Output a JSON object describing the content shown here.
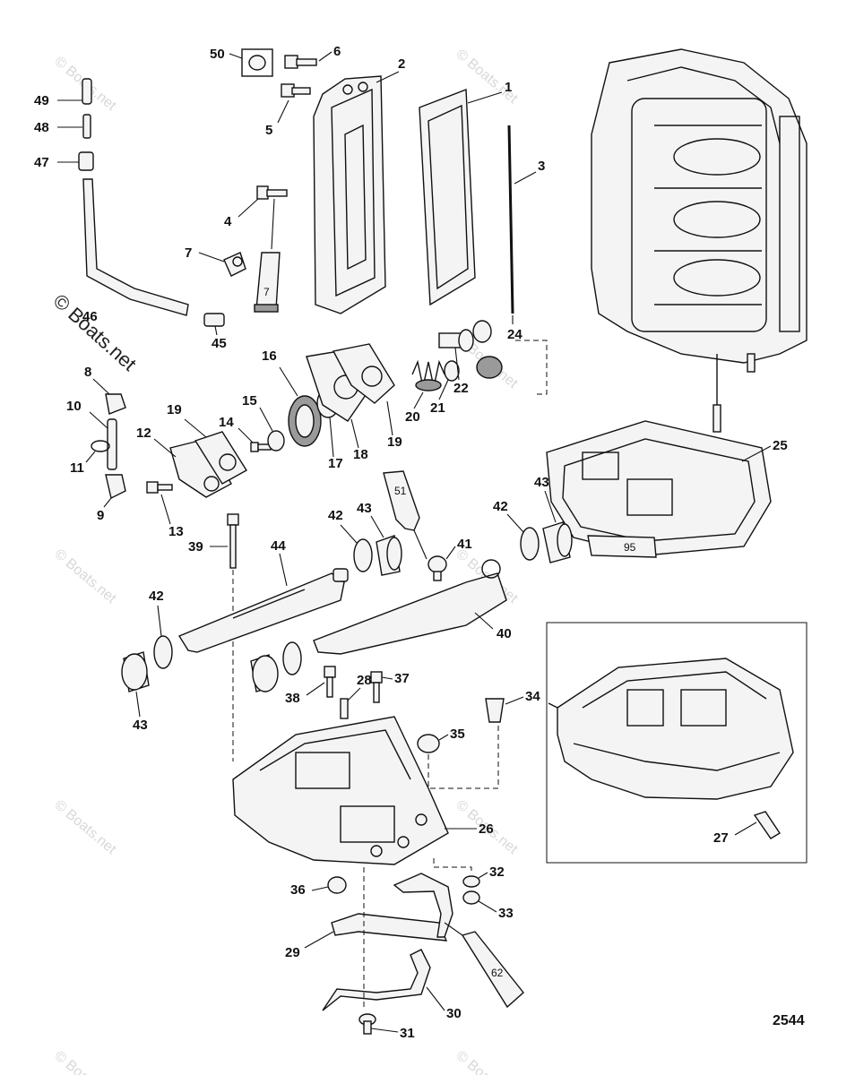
{
  "copyright": "© Boats.net",
  "watermark": "© Boats.net",
  "figure_number": "2544",
  "tube_labels": {
    "t7": "7",
    "t51": "51",
    "t95": "95",
    "t62": "62"
  },
  "labels": {
    "p1": "1",
    "p2": "2",
    "p3": "3",
    "p4": "4",
    "p5": "5",
    "p6": "6",
    "p7a": "7",
    "p8": "8",
    "p10": "10",
    "p11": "11",
    "p9": "9",
    "p12": "12",
    "p13": "13",
    "p14": "14",
    "p15": "15",
    "p16": "16",
    "p17": "17",
    "p18": "18",
    "p19a": "19",
    "p19b": "19",
    "p20": "20",
    "p21": "21",
    "p22": "22",
    "p24": "24",
    "p25": "25",
    "p26": "26",
    "p27": "27",
    "p28": "28",
    "p29": "29",
    "p30": "30",
    "p31": "31",
    "p32": "32",
    "p33": "33",
    "p34": "34",
    "p35": "35",
    "p36": "36",
    "p37": "37",
    "p38": "38",
    "p39": "39",
    "p40": "40",
    "p41": "41",
    "p42a": "42",
    "p42b": "42",
    "p42c": "42",
    "p43a": "43",
    "p43b": "43",
    "p43c": "43",
    "p44": "44",
    "p45": "45",
    "p46": "46",
    "p47": "47",
    "p48": "48",
    "p49": "49",
    "p50": "50"
  }
}
